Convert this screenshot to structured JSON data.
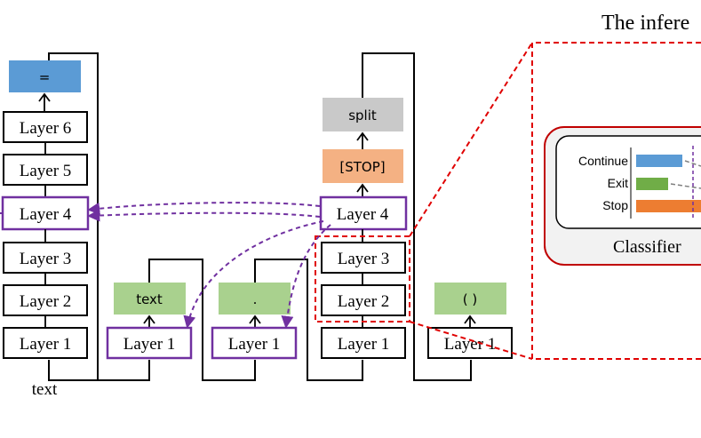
{
  "title": "The infere",
  "layers": {
    "l1": "Layer 1",
    "l2": "Layer 2",
    "l3": "Layer 3",
    "l4": "Layer 4",
    "l5": "Layer 5",
    "l6": "Layer 6"
  },
  "tokens": {
    "col1_input": "text",
    "col1_output": "=",
    "col2_output": "text",
    "col3_output": ".",
    "col4_output": "split",
    "col4_stop": "[STOP]",
    "col5_output": "( )"
  },
  "classifier": {
    "label": "Classifier",
    "rows": [
      "Continue",
      "Exit",
      "Stop"
    ]
  },
  "colors": {
    "blue": "#5b9bd5",
    "green": "#a9d18e",
    "orange": "#f4b183",
    "gray": "#c9c9c9",
    "purple": "#7030a0",
    "red": "#e00000",
    "bar_blue": "#5b9bd5",
    "bar_green": "#70ad47",
    "bar_orange": "#ed7d31"
  }
}
